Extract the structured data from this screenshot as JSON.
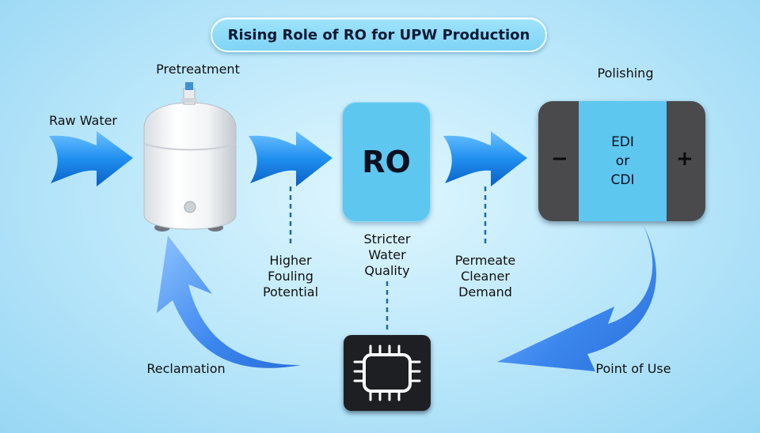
{
  "title": "Rising Role of RO for UPW Production",
  "stages": {
    "pretreatment": "Pretreatment",
    "polishing": "Polishing",
    "ro": "RO",
    "edi": "EDI\nor\nCDI",
    "edi_minus": "−",
    "edi_plus": "+"
  },
  "flows": {
    "raw_water": "Raw Water",
    "reclamation": "Reclamation",
    "point_of_use": "Point of Use"
  },
  "annotations": {
    "higher_fouling": "Higher\nFouling\nPotential",
    "stricter_quality": "Stricter\nWater\nQuality",
    "permeate_demand": "Permeate\nCleaner\nDemand"
  },
  "colors": {
    "arrow_blue": "#1f8ff0",
    "ro_fill": "#5ec7ef",
    "edi_side": "#4a4a4d",
    "chip": "#1e1f22"
  },
  "icons": {
    "pretreatment": "water-tank-icon",
    "point_of_use": "microchip-icon"
  }
}
